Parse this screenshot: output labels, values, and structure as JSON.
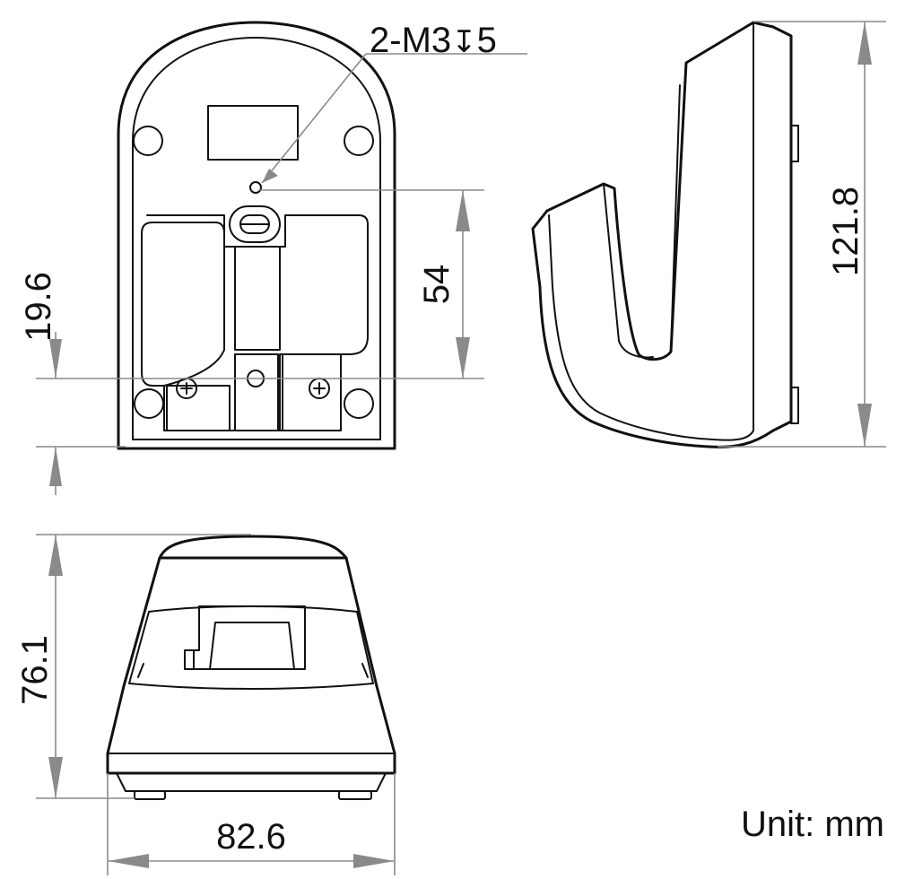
{
  "drawing": {
    "annotations": {
      "screw_callout": "2-M3",
      "screw_callout_depth_symbol": "↧",
      "screw_callout_depth": "5",
      "unit": "Unit: mm"
    },
    "dimensions": {
      "front_offset": "19.6",
      "hole_spacing": "54",
      "side_height": "121.8",
      "bottom_height": "76.1",
      "bottom_width": "82.6"
    },
    "colors": {
      "line": "#111111",
      "dimension": "#8a8a8a",
      "background": "#ffffff"
    }
  }
}
